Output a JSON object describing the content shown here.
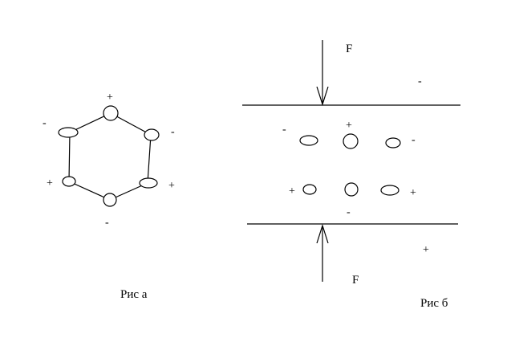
{
  "figure_a": {
    "caption": "Рис  а",
    "signs": [
      "+",
      "-",
      "-",
      "+",
      "+",
      "-"
    ]
  },
  "figure_b": {
    "caption": "Рис б",
    "force_top_label": "F",
    "force_bottom_label": "F",
    "signs_outer": [
      "-",
      "+"
    ],
    "signs_row1": [
      "-",
      "+",
      "-"
    ],
    "signs_row2": [
      "+",
      "-",
      "+"
    ]
  }
}
